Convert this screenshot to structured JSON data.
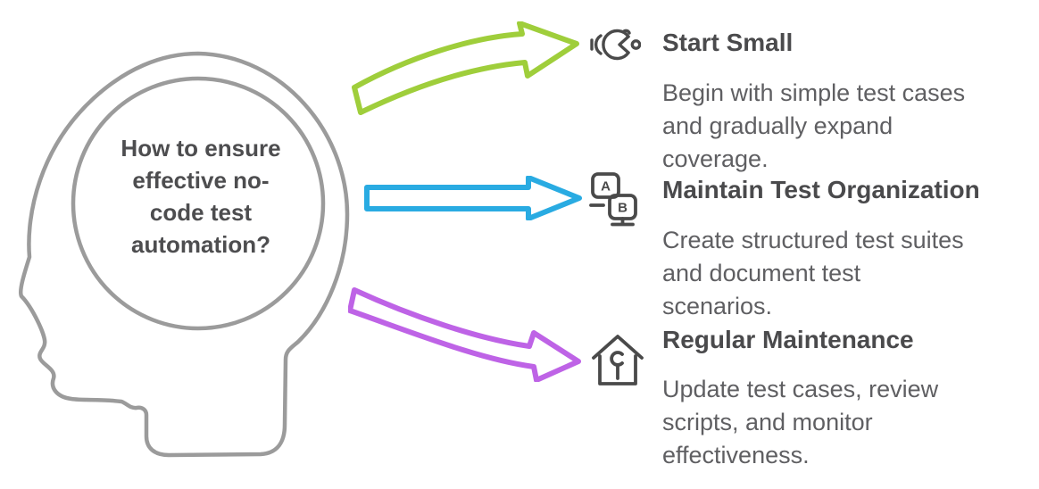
{
  "figure": {
    "type": "mind-map-infographic",
    "question_lines": [
      "How to ensure",
      "effective no-",
      "code test",
      "automation?"
    ]
  },
  "items": [
    {
      "title": "Start Small",
      "description_lines": [
        "Begin with simple test cases",
        "and gradually expand",
        "coverage."
      ],
      "arrow_color": "#9FCE3B",
      "icon": "growth-scale-icon"
    },
    {
      "title": "Maintain Test Organization",
      "description_lines": [
        "Create structured test suites",
        "and document test",
        "scenarios."
      ],
      "arrow_color": "#29ABE2",
      "icon": "ab-organization-icon"
    },
    {
      "title": "Regular Maintenance",
      "description_lines": [
        "Update test cases, review",
        "scripts, and monitor",
        "effectiveness."
      ],
      "arrow_color": "#BE63E6",
      "icon": "home-wrench-icon"
    }
  ],
  "icon_letters": {
    "a": "A",
    "b": "B"
  },
  "colors": {
    "head_outline": "#9B9B9B",
    "question_text": "#4D4D4F",
    "heading_text": "#4A4A4C",
    "body_text": "#5F5F62",
    "icon": "#4A4A4A",
    "green": "#9FCE3B",
    "blue": "#29ABE2",
    "purple": "#BE63E6"
  }
}
